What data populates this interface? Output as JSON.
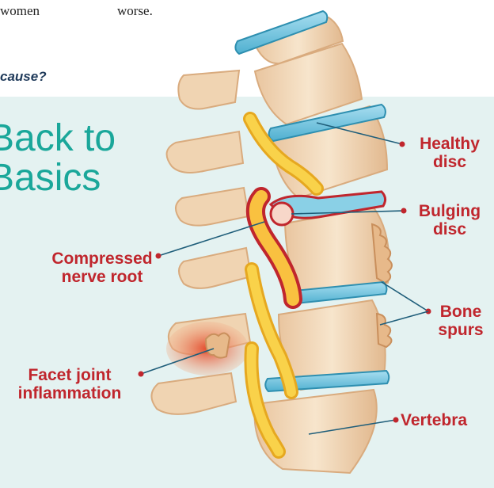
{
  "top": {
    "fragment_left": "women",
    "fragment_right": "worse.",
    "question_fragment": "cause?"
  },
  "title": {
    "line1": "Back to",
    "line2": "Basics"
  },
  "labels": {
    "healthy_disc": [
      "Healthy",
      "disc"
    ],
    "bulging_disc": [
      "Bulging",
      "disc"
    ],
    "bone_spurs": [
      "Bone",
      "spurs"
    ],
    "vertebra": "Vertebra",
    "compressed_nerve": [
      "Compressed",
      "nerve root"
    ],
    "facet_joint": [
      "Facet joint",
      "inflammation"
    ]
  },
  "colors": {
    "panel": "#e4f2f1",
    "title": "#1aa79a",
    "label": "#c0262d",
    "bone": "#f3dcbf",
    "bone_shadow": "#e2b98f",
    "disc": "#7cc9e2",
    "nerve": "#f7c53c",
    "inflamed": "#e0502f"
  }
}
